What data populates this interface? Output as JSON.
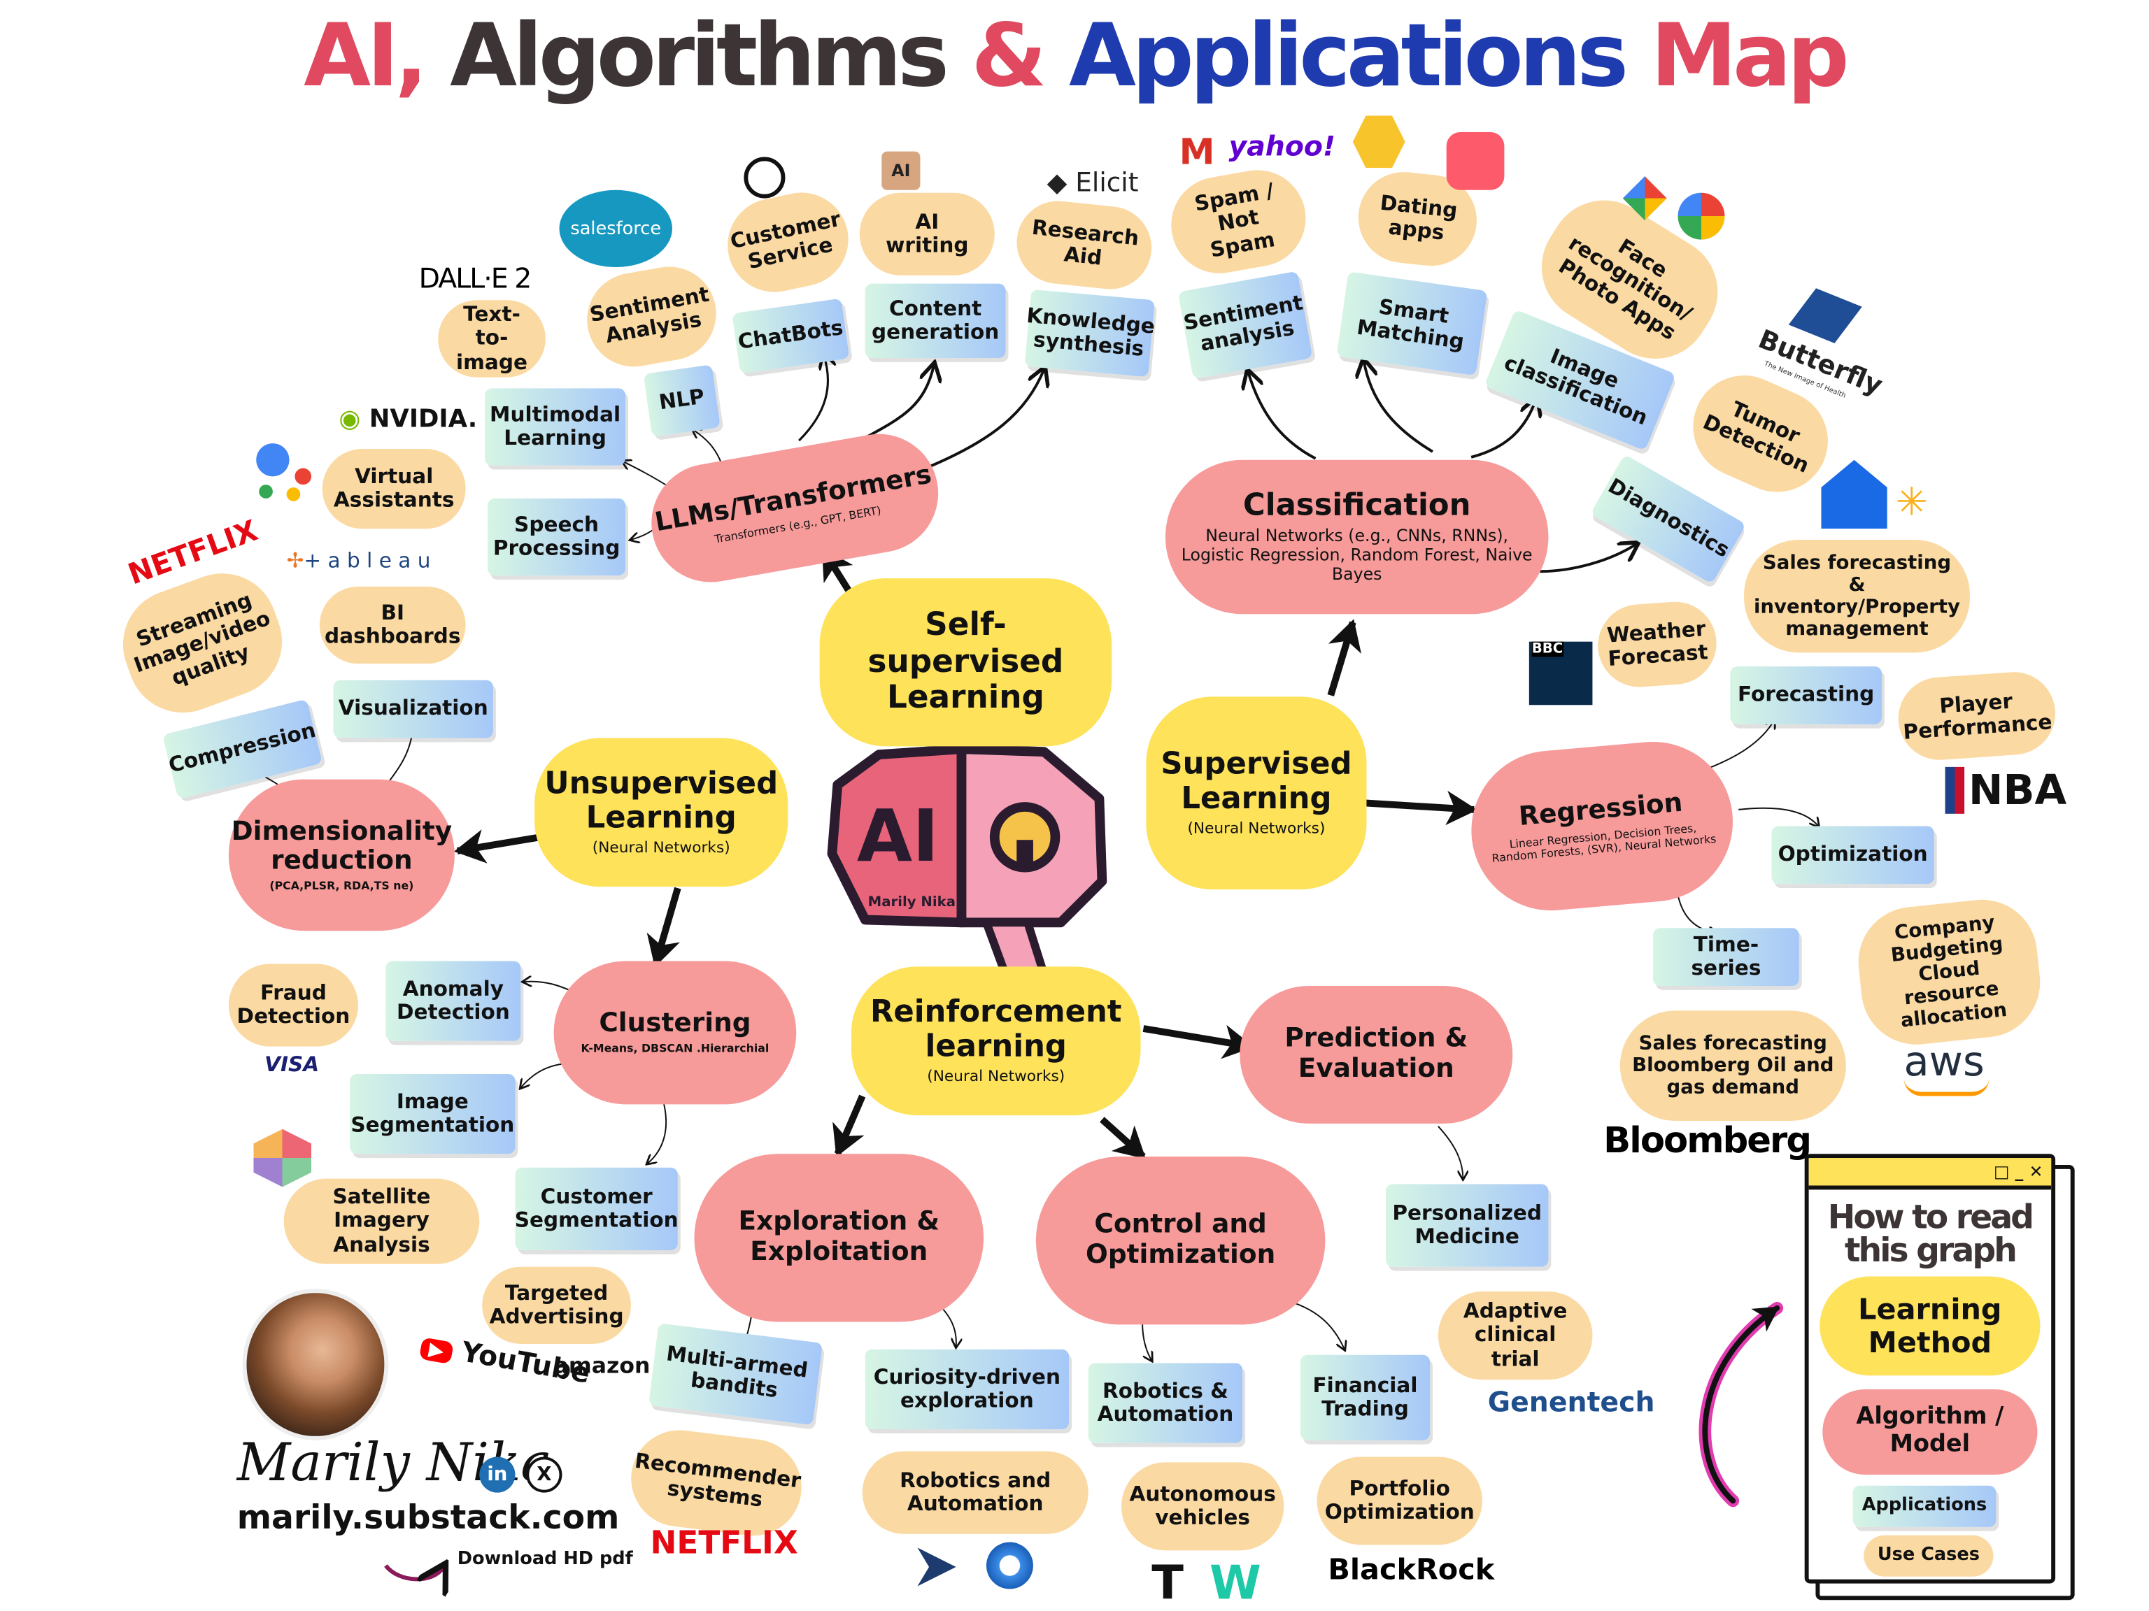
{
  "title": {
    "part1": "AI,",
    "part2": "Algorithms",
    "part3": "&",
    "part4": "Applications",
    "part5": "Map"
  },
  "center": {
    "brain_text": "AI",
    "brain_caption": "Marily Nika"
  },
  "learning_methods": {
    "self_supervised": "Self-supervised Learning",
    "unsupervised": "Unsupervised Learning",
    "unsupervised_sub": "(Neural Networks)",
    "supervised": "Supervised Learning",
    "supervised_sub": "(Neural Networks)",
    "reinforcement": "Reinforcement learning",
    "reinforcement_sub": "(Neural Networks)"
  },
  "algorithms": {
    "llm": "LLMs/Transformers",
    "llm_sub": "Transformers (e.g., GPT, BERT)",
    "classification": "Classification",
    "classification_sub": "Neural Networks (e.g., CNNs, RNNs),  Logistic Regression, Random Forest, Naive Bayes",
    "regression": "Regression",
    "regression_sub": "Linear Regression, Decision Trees,  Random Forests,  (SVR), Neural Networks",
    "dimensionality": "Dimensionality reduction",
    "dimensionality_sub": "(PCA,PLSR, RDA,TS ne)",
    "clustering": "Clustering",
    "clustering_sub": "K-Means, DBSCAN .Hierarchial",
    "prediction": "Prediction & Evaluation",
    "exploration": "Exploration & Exploitation",
    "control": "Control and Optimization"
  },
  "applications": {
    "multimodal": "Multimodal Learning",
    "nlp": "NLP",
    "chatbots": "ChatBots",
    "content_generation": "Content generation",
    "knowledge_synthesis": "Knowledge synthesis",
    "speech": "Speech Processing",
    "sentiment_analysis_cls": "Sentiment analysis",
    "smart_matching": "Smart Matching",
    "image_classification": "Image classification",
    "diagnostics": "Diagnostics",
    "forecasting": "Forecasting",
    "optimization": "Optimization",
    "time_series": "Time-series",
    "compression": "Compression",
    "visualization": "Visualization",
    "anomaly": "Anomaly Detection",
    "image_segmentation": "Image Segmentation",
    "customer_segmentation": "Customer Segmentation",
    "personalized_medicine": "Personalized Medicine",
    "multi_armed": "Multi-armed bandits",
    "curiosity": "Curiosity-driven exploration",
    "robotics_app": "Robotics & Automation",
    "financial_trading": "Financial Trading"
  },
  "use_cases": {
    "text_to_image": "Text-to-image",
    "sentiment_analysis_llm": "Sentiment Analysis",
    "customer_service": "Customer Service",
    "ai_writing": "AI writing",
    "research_aid": "Research Aid",
    "spam": "Spam / Not Spam",
    "dating_apps": "Dating apps",
    "face_recognition": "Face recognition/ Photo Apps",
    "tumor_detection": "Tumor Detection",
    "sales_inventory": "Sales forecasting & inventory/Property management",
    "weather": "Weather Forecast",
    "player_performance": "Player Performance",
    "company_budgeting": "Company Budgeting Cloud resource allocation",
    "sales_bloomberg": "Sales forecasting Bloomberg Oil and gas demand",
    "virtual_assistants": "Virtual Assistants",
    "streaming": "Streaming Image/video quality",
    "bi_dashboards": "BI dashboards",
    "fraud_detection": "Fraud Detection",
    "satellite": "Satellite Imagery Analysis",
    "targeted_advertising": "Targeted Advertising",
    "recommender": "Recommender systems",
    "robotics_uc": "Robotics and Automation",
    "autonomous": "Autonomous vehicles",
    "portfolio": "Portfolio Optimization",
    "adaptive_trial": "Adaptive clinical trial"
  },
  "logos": {
    "dalle": "DALL·E 2",
    "salesforce": "salesforce",
    "nvidia": "NVIDIA.",
    "tableau": "+ a b l e a u",
    "netflix_top": "NETFLIX",
    "netflix_bottom": "NETFLIX",
    "visa": "VISA",
    "youtube": "YouTube",
    "amazon": "amazon",
    "elicit": "Elicit",
    "yahoo": "yahoo!",
    "butterfly": "Butterfly",
    "butterfly_tag": "The New Image of Health",
    "nba": "NBA",
    "aws": "aws",
    "bloomberg": "Bloomberg",
    "genentech": "Genentech",
    "blackrock": "BlackRock",
    "ai_badge": "AI",
    "bbc": "BBC"
  },
  "author": {
    "name": "Marily Nika",
    "site": "marily.substack.com",
    "download": "Download HD pdf",
    "linkedin": "in",
    "x": "X"
  },
  "legend": {
    "title": "How to read this graph",
    "learning_method": "Learning Method",
    "algorithm": "Algorithm / Model",
    "applications": "Applications",
    "use_cases": "Use Cases",
    "window_controls": "□ _ ✕"
  },
  "colors": {
    "learning_method": "#fde25a",
    "algorithm": "#f79a9a",
    "use_case": "#fbd9a2",
    "application_start": "#d6f5e4",
    "application_end": "#a6c8f8",
    "title_red": "#e0495f",
    "title_blue": "#1f3bb0",
    "title_dark": "#3d3535"
  }
}
